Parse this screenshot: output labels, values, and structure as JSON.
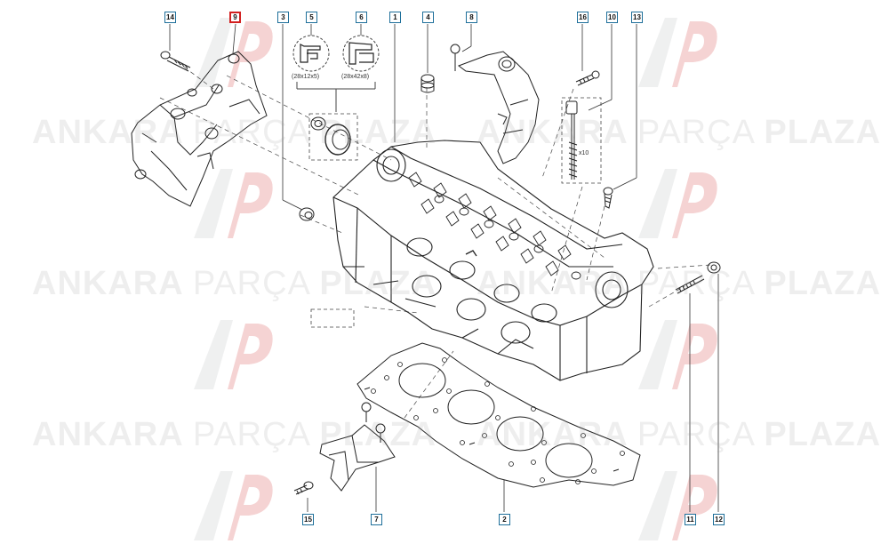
{
  "diagram": {
    "callouts": [
      {
        "id": "c14",
        "label": "14"
      },
      {
        "id": "c9",
        "label": "9",
        "selected": true
      },
      {
        "id": "c3",
        "label": "3"
      },
      {
        "id": "c5",
        "label": "5"
      },
      {
        "id": "c6",
        "label": "6"
      },
      {
        "id": "c1",
        "label": "1"
      },
      {
        "id": "c4",
        "label": "4"
      },
      {
        "id": "c8",
        "label": "8"
      },
      {
        "id": "c16",
        "label": "16"
      },
      {
        "id": "c10",
        "label": "10"
      },
      {
        "id": "c13",
        "label": "13"
      },
      {
        "id": "c15",
        "label": "15"
      },
      {
        "id": "c7",
        "label": "7"
      },
      {
        "id": "c2",
        "label": "2"
      },
      {
        "id": "c11",
        "label": "11"
      },
      {
        "id": "c12",
        "label": "12"
      }
    ],
    "seal_specs": {
      "part5": "(28x12x5)",
      "part6": "(28x42x8)"
    },
    "bolt_count": "x10"
  },
  "watermark": {
    "word_bold_1": "ANKARA",
    "word_thin": "PARÇA",
    "word_bold_2": "PLAZA",
    "logo_colors": {
      "gray": "#b9bcc0",
      "red": "#d53a3a"
    }
  },
  "colors": {
    "callout_border": "#1e6f9a",
    "selected_border": "#d21f1f",
    "line": "#222222"
  }
}
